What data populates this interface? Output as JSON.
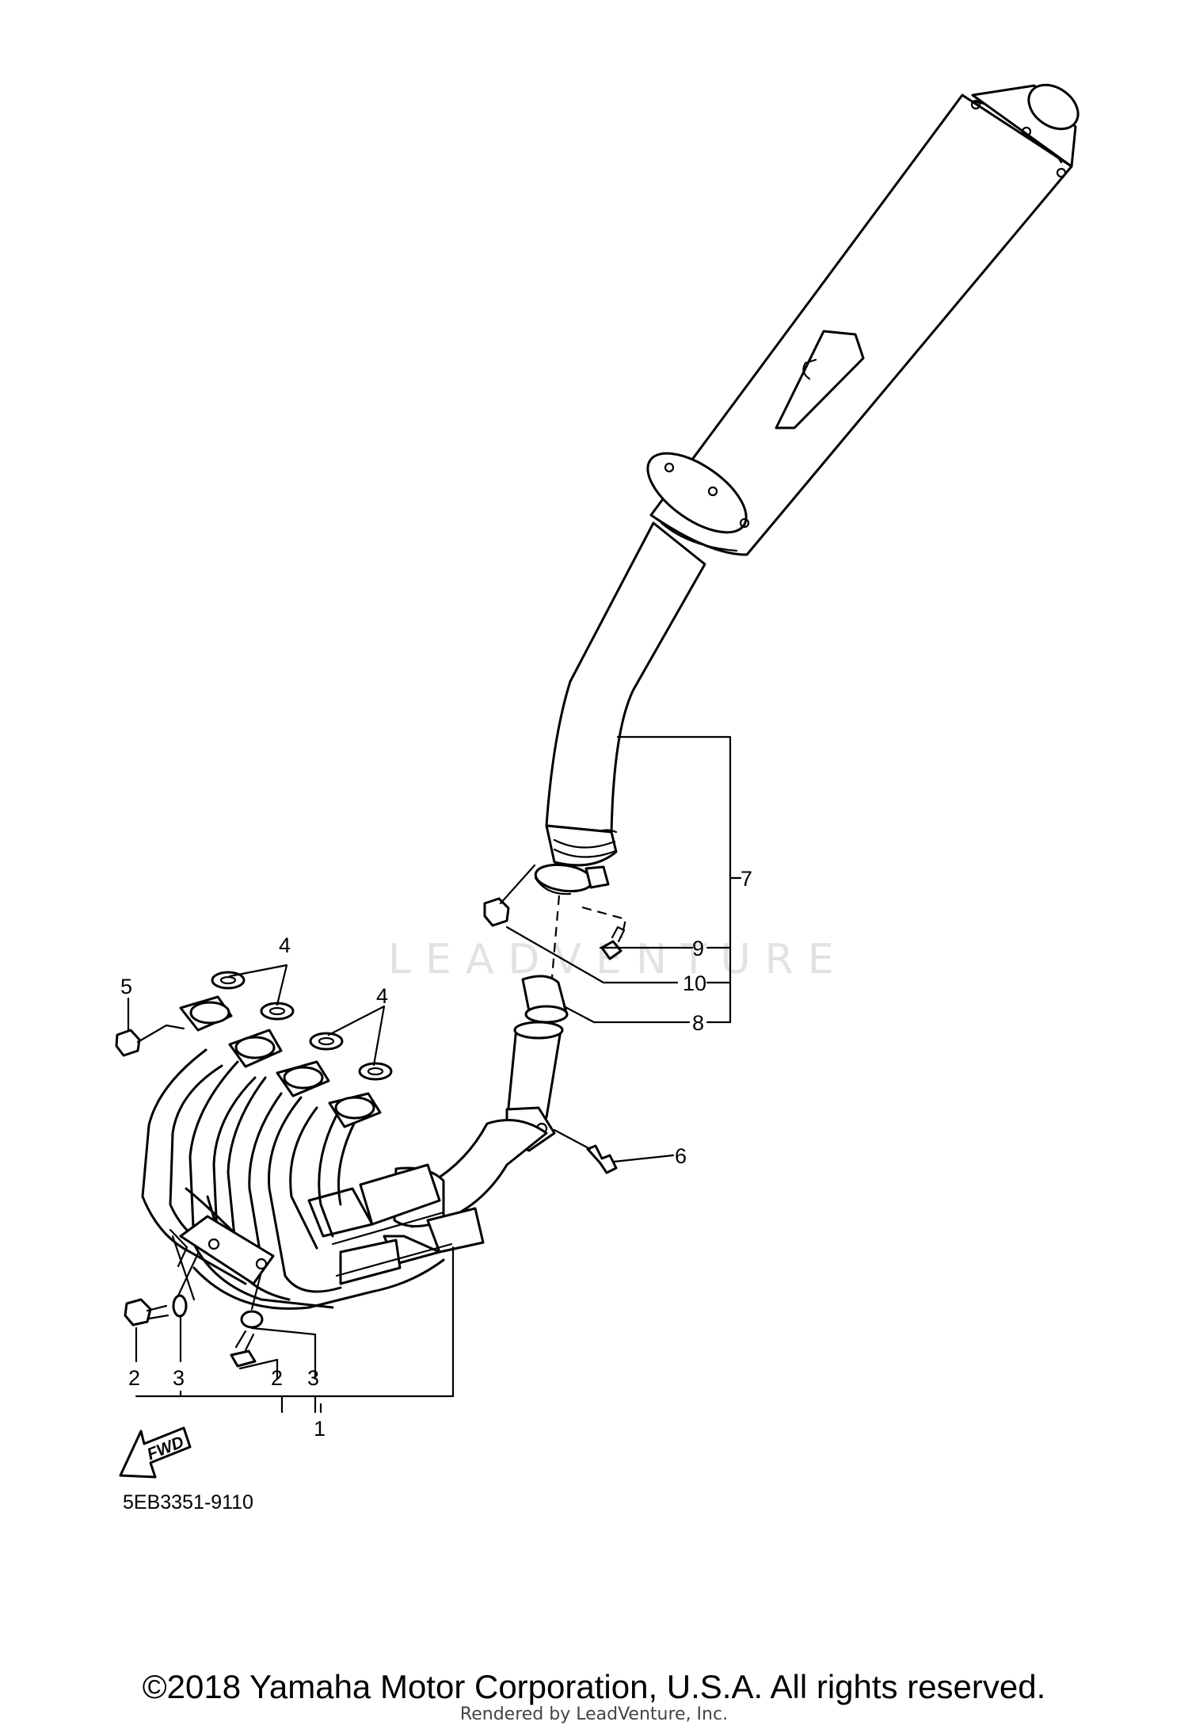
{
  "diagram": {
    "callouts": {
      "c1": "1",
      "c2a": "2",
      "c2b": "2",
      "c3a": "3",
      "c3b": "3",
      "c4a": "4",
      "c4b": "4",
      "c5": "5",
      "c6": "6",
      "c7": "7",
      "c8": "8",
      "c9": "9",
      "c10": "10"
    },
    "part_code": "5EB3351-9110",
    "fwd_label": "FWD",
    "watermark": "LEADVENTURE"
  },
  "footer": {
    "copyright": "©2018 Yamaha Motor Corporation, U.S.A. All rights reserved.",
    "rendered_by": "Rendered by LeadVenture, Inc."
  }
}
